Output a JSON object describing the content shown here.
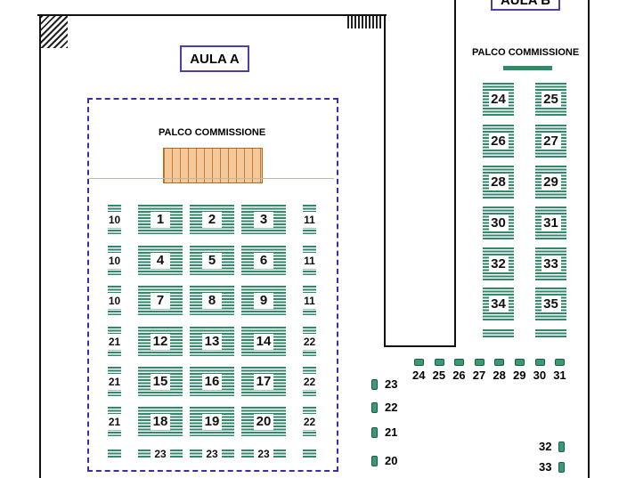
{
  "aula_a": {
    "title": "AULA A",
    "palco": "PALCO COMMISSIONE",
    "blocks": [
      "1",
      "2",
      "3",
      "4",
      "5",
      "6",
      "7",
      "8",
      "9",
      "12",
      "13",
      "14",
      "15",
      "16",
      "17",
      "18",
      "19",
      "20"
    ],
    "left_side": [
      "10",
      "10",
      "10",
      "21",
      "21",
      "21"
    ],
    "right_side": [
      "11",
      "11",
      "11",
      "22",
      "22",
      "22"
    ],
    "bottom": [
      "23",
      "23",
      "23"
    ]
  },
  "aula_b": {
    "title": "AULA B",
    "palco": "PALCO COMMISSIONE",
    "blocks": [
      "24",
      "25",
      "26",
      "27",
      "28",
      "29",
      "30",
      "31",
      "32",
      "33",
      "34",
      "35"
    ]
  },
  "corridor": {
    "row_seats": [
      "24",
      "25",
      "26",
      "27",
      "28",
      "29",
      "30",
      "31"
    ],
    "left_seats": [
      "23",
      "22",
      "21",
      "20"
    ],
    "right_seats": [
      "32",
      "33"
    ]
  },
  "colors": {
    "seat_green": "#2f8a67",
    "title_border": "#4b3fb0",
    "dash": "#3b2fa8"
  }
}
